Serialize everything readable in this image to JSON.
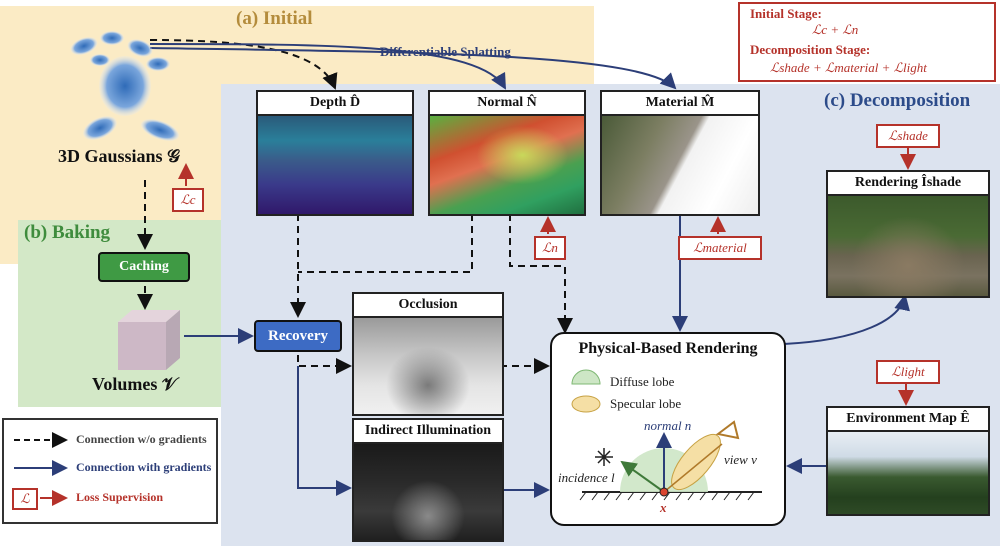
{
  "regions": {
    "initial": "(a) Initial",
    "baking": "(b) Baking",
    "decomposition": "(c) Decomposition"
  },
  "stages": {
    "initial_label": "Initial Stage:",
    "initial_formula": "ℒc + ℒn",
    "decomp_label": "Decomposition Stage:",
    "decomp_formula": "ℒshade + ℒmaterial + ℒlight"
  },
  "gaussians_label": "3D Gaussians 𝒢",
  "splatting_label": "Differentiable Splatting",
  "panels": {
    "depth": "Depth D̂",
    "normal": "Normal N̂",
    "material": "Material M̂",
    "rendering": "Rendering Îshade",
    "occlusion": "Occlusion",
    "indirect": "Indirect Illumination",
    "envmap": "Environment Map Ê"
  },
  "losses": {
    "c": "ℒc",
    "n": "ℒn",
    "material": "ℒmaterial",
    "shade": "ℒshade",
    "light": "ℒlight"
  },
  "nodes": {
    "caching": "Caching",
    "recovery": "Recovery",
    "volumes": "Volumes 𝒱"
  },
  "pbr": {
    "title": "Physical-Based Rendering",
    "diffuse": "Diffuse lobe",
    "specular": "Specular lobe",
    "normal": "normal n",
    "view": "view v",
    "incidence": "incidence l",
    "x": "x"
  },
  "legend": {
    "dashed": "Connection w/o gradients",
    "solid": "Connection with gradients",
    "loss_symbol": "ℒ",
    "loss": "Loss Supervision"
  },
  "colors": {
    "initial_bg": "#fbebc5",
    "baking_bg": "#d3e8c7",
    "decomp_bg": "#dce3ef",
    "loss_red": "#b5322a",
    "arrow_blue": "#2c3e78"
  }
}
